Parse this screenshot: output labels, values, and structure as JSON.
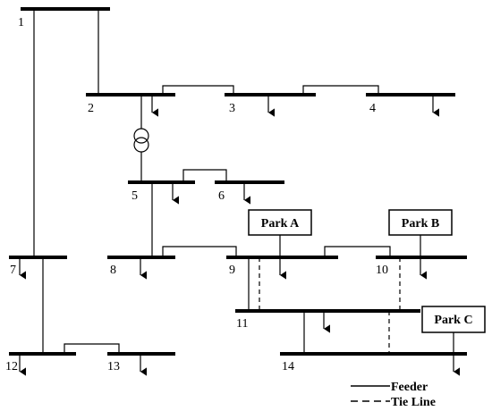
{
  "buses": [
    {
      "id": "1",
      "label": "1"
    },
    {
      "id": "2",
      "label": "2"
    },
    {
      "id": "3",
      "label": "3"
    },
    {
      "id": "4",
      "label": "4"
    },
    {
      "id": "5",
      "label": "5"
    },
    {
      "id": "6",
      "label": "6"
    },
    {
      "id": "7",
      "label": "7"
    },
    {
      "id": "8",
      "label": "8"
    },
    {
      "id": "9",
      "label": "9"
    },
    {
      "id": "10",
      "label": "10"
    },
    {
      "id": "11",
      "label": "11"
    },
    {
      "id": "12",
      "label": "12"
    },
    {
      "id": "13",
      "label": "13"
    },
    {
      "id": "14",
      "label": "14"
    }
  ],
  "parks": {
    "a": "Park A",
    "b": "Park B",
    "c": "Park C"
  },
  "legend": {
    "feeder": "Feeder",
    "tie_line": "Tie Line"
  }
}
